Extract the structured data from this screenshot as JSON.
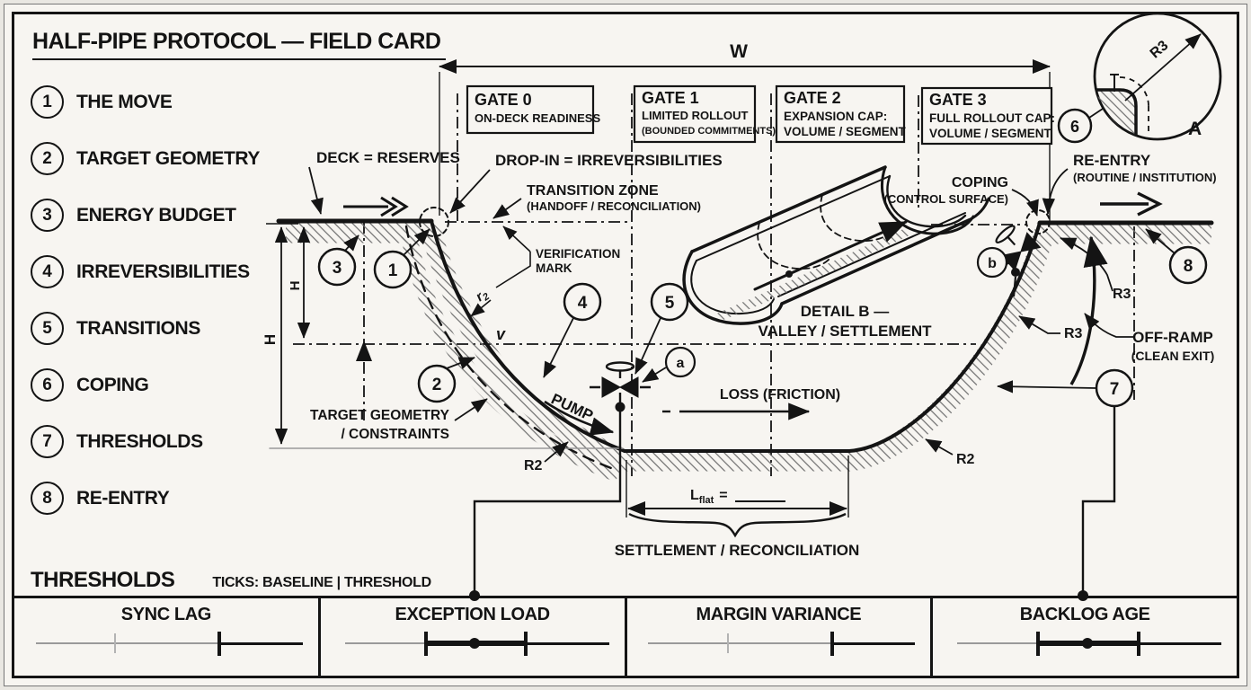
{
  "title": "HALF-PIPE PROTOCOL — FIELD CARD",
  "legend": {
    "items": [
      {
        "num": "1",
        "label": "THE MOVE"
      },
      {
        "num": "2",
        "label": "TARGET GEOMETRY"
      },
      {
        "num": "3",
        "label": "ENERGY BUDGET"
      },
      {
        "num": "4",
        "label": "IRREVERSIBILITIES"
      },
      {
        "num": "5",
        "label": "TRANSITIONS"
      },
      {
        "num": "6",
        "label": "COPING"
      },
      {
        "num": "7",
        "label": "THRESHOLDS"
      },
      {
        "num": "8",
        "label": "RE-ENTRY"
      }
    ]
  },
  "gates": [
    {
      "name": "GATE 0",
      "line1": "ON-DECK READINESS",
      "line2": ""
    },
    {
      "name": "GATE 1",
      "line1": "LIMITED ROLLOUT",
      "line2": "(BOUNDED COMMITMENTS)"
    },
    {
      "name": "GATE 2",
      "line1": "EXPANSION CAP:",
      "line2": "VOLUME / SEGMENT"
    },
    {
      "name": "GATE 3",
      "line1": "FULL ROLLOUT CAP:",
      "line2": "VOLUME / SEGMENT"
    }
  ],
  "labels": {
    "deck": "DECK = RESERVES",
    "drop_in": "DROP-IN = IRREVERSIBILITIES",
    "transition_zone": "TRANSITION ZONE",
    "transition_zone_sub": "(HANDOFF / RECONCILIATION)",
    "verification_1": "VERIFICATION",
    "verification_2": "MARK",
    "pump": "PUMP",
    "loss": "LOSS (FRICTION)",
    "coping": "COPING",
    "coping_sub": "(CONTROL SURFACE)",
    "reentry": "RE-ENTRY",
    "reentry_sub": "(ROUTINE / INSTITUTION)",
    "offramp": "OFF-RAMP",
    "offramp_sub": "(CLEAN EXIT)",
    "target_geometry_1": "TARGET GEOMETRY",
    "target_geometry_2": "/ CONSTRAINTS",
    "settlement": "SETTLEMENT / RECONCILIATION",
    "detail_b_1": "DETAIL B —",
    "detail_b_2": "VALLEY / SETTLEMENT",
    "v": "v"
  },
  "dimensions": {
    "w": "W",
    "h_outer": "H",
    "h_inner": "H",
    "r2_left": "R2",
    "r2_right": "R2",
    "r3_upper": "R3",
    "r3_lower": "R3",
    "r_small": "r",
    "r_small_sub": "2",
    "l_symbol": "L",
    "l_sub": "flat",
    "l_eq": "=",
    "detail_r3": "R3",
    "detail_letter": "A"
  },
  "callouts": {
    "c1": "1",
    "c2": "2",
    "c3": "3",
    "c4": "4",
    "c5": "5",
    "c6": "6",
    "c7": "7",
    "c8": "8",
    "ca": "a",
    "cb": "b"
  },
  "thresholds": {
    "heading": "THRESHOLDS",
    "subheading": "TICKS: BASELINE | THRESHOLD",
    "panels": [
      {
        "name": "SYNC LAG"
      },
      {
        "name": "EXCEPTION LOAD"
      },
      {
        "name": "MARGIN VARIANCE"
      },
      {
        "name": "BACKLOG AGE"
      }
    ]
  }
}
